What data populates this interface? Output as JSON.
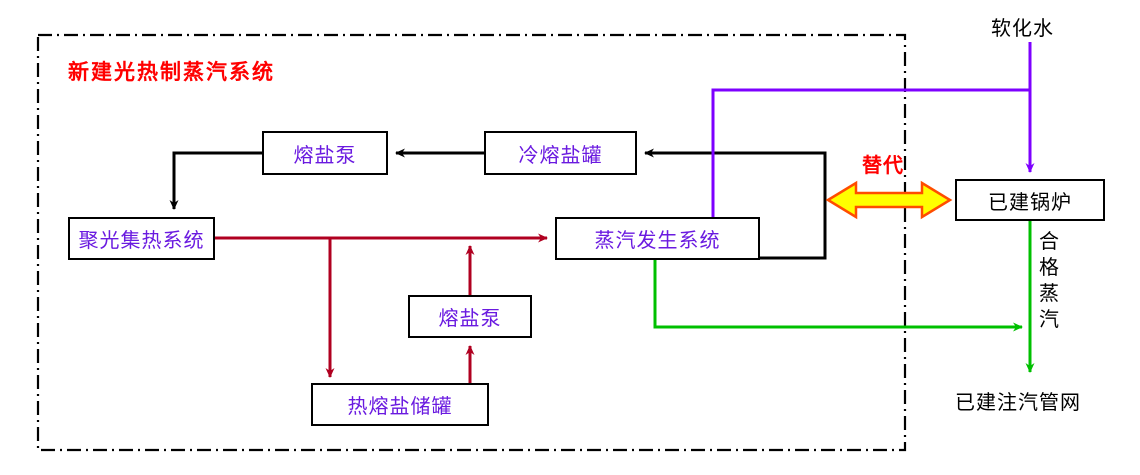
{
  "diagram": {
    "title": "新建光热制蒸汽系统",
    "boundary_style": "dash-dot",
    "colors": {
      "title_red": "#ff0000",
      "node_text_purple": "#6a1ae0",
      "node_text_black": "#000000",
      "salt_flow_red": "#b00020",
      "water_flow_purple": "#7d00ff",
      "steam_flow_green": "#00c000",
      "replace_arrow_fill": "#ffff00",
      "replace_arrow_stroke": "#ff4d00",
      "line_black": "#000000"
    },
    "nodes": [
      {
        "id": "molten-salt-pump-top",
        "label": "熔盐泵",
        "text_color": "purple"
      },
      {
        "id": "cold-salt-tank",
        "label": "冷熔盐罐",
        "text_color": "purple"
      },
      {
        "id": "solar-collector",
        "label": "聚光集热系统",
        "text_color": "purple"
      },
      {
        "id": "steam-generator",
        "label": "蒸汽发生系统",
        "text_color": "purple"
      },
      {
        "id": "molten-salt-pump-bottom",
        "label": "熔盐泵",
        "text_color": "purple"
      },
      {
        "id": "hot-salt-storage",
        "label": "热熔盐储罐",
        "text_color": "purple"
      },
      {
        "id": "existing-boiler",
        "label": "已建锅炉",
        "text_color": "black"
      }
    ],
    "labels": {
      "softened_water": "软化水",
      "replace": "替代",
      "qualified_steam": "合格蒸汽",
      "steam_injection_network": "已建注汽管网"
    }
  }
}
